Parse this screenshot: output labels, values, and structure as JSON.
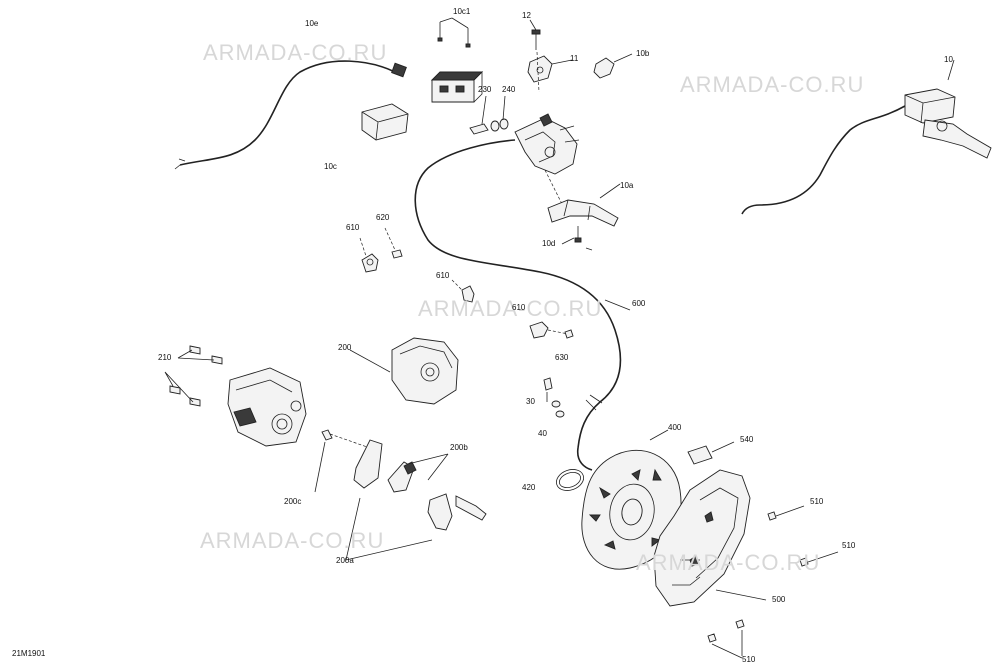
{
  "diagram": {
    "watermark": "ARMADA-CO.RU",
    "figure_code": "21M1901",
    "callouts": {
      "c10c1": "10c1",
      "c12": "12",
      "c10e": "10e",
      "c11": "11",
      "c10b": "10b",
      "c10": "10",
      "c230": "230",
      "c240": "240",
      "c10c": "10c",
      "c10a": "10a",
      "c510_top": "610",
      "c620": "620",
      "c10d": "10d",
      "c610_mid": "610",
      "c600": "600",
      "c610_right": "610",
      "c630": "630",
      "c200": "200",
      "c210": "210",
      "c30": "30",
      "c40": "40",
      "c400": "400",
      "c540": "540",
      "c200b": "200b",
      "c420": "420",
      "c510_a": "510",
      "c200c": "200c",
      "c510_b": "510",
      "c200a": "200a",
      "c500": "500",
      "c510_c": "510"
    }
  }
}
